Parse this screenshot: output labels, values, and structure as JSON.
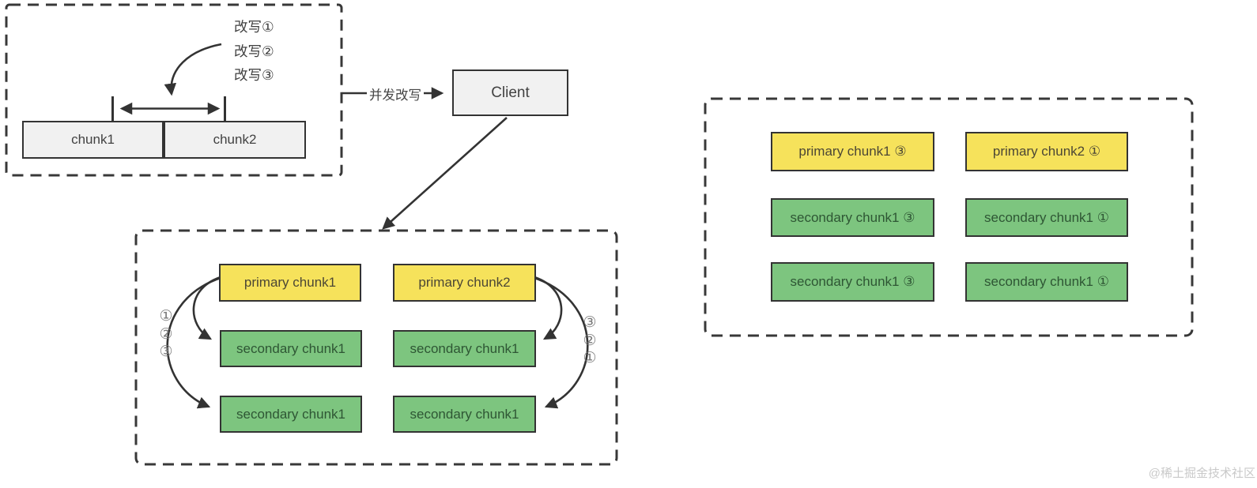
{
  "diagram": {
    "file_panel": {
      "rewrite_ops": [
        "改写①",
        "改写②",
        "改写③"
      ],
      "chunks": [
        "chunk1",
        "chunk2"
      ]
    },
    "concurrent_write_label": "并发改写",
    "client_label": "Client",
    "replica_panel": {
      "order_left": [
        "①",
        "②",
        "③"
      ],
      "order_right": [
        "③",
        "②",
        "①"
      ],
      "boxes": [
        "primary chunk1",
        "primary chunk2",
        "secondary chunk1",
        "secondary chunk1",
        "secondary chunk1",
        "secondary chunk1"
      ]
    },
    "result_panel": {
      "boxes": [
        "primary chunk1 ③",
        "primary chunk2 ①",
        "secondary chunk1 ③",
        "secondary chunk1 ①",
        "secondary chunk1 ③",
        "secondary chunk1 ①"
      ]
    },
    "watermark": "@稀土掘金技术社区",
    "colors": {
      "primary_fill": "#f6e25b",
      "secondary_fill": "#7dc57f",
      "neutral_fill": "#f1f1f1",
      "line": "#333333",
      "watermark": "#c9c9c9"
    }
  }
}
